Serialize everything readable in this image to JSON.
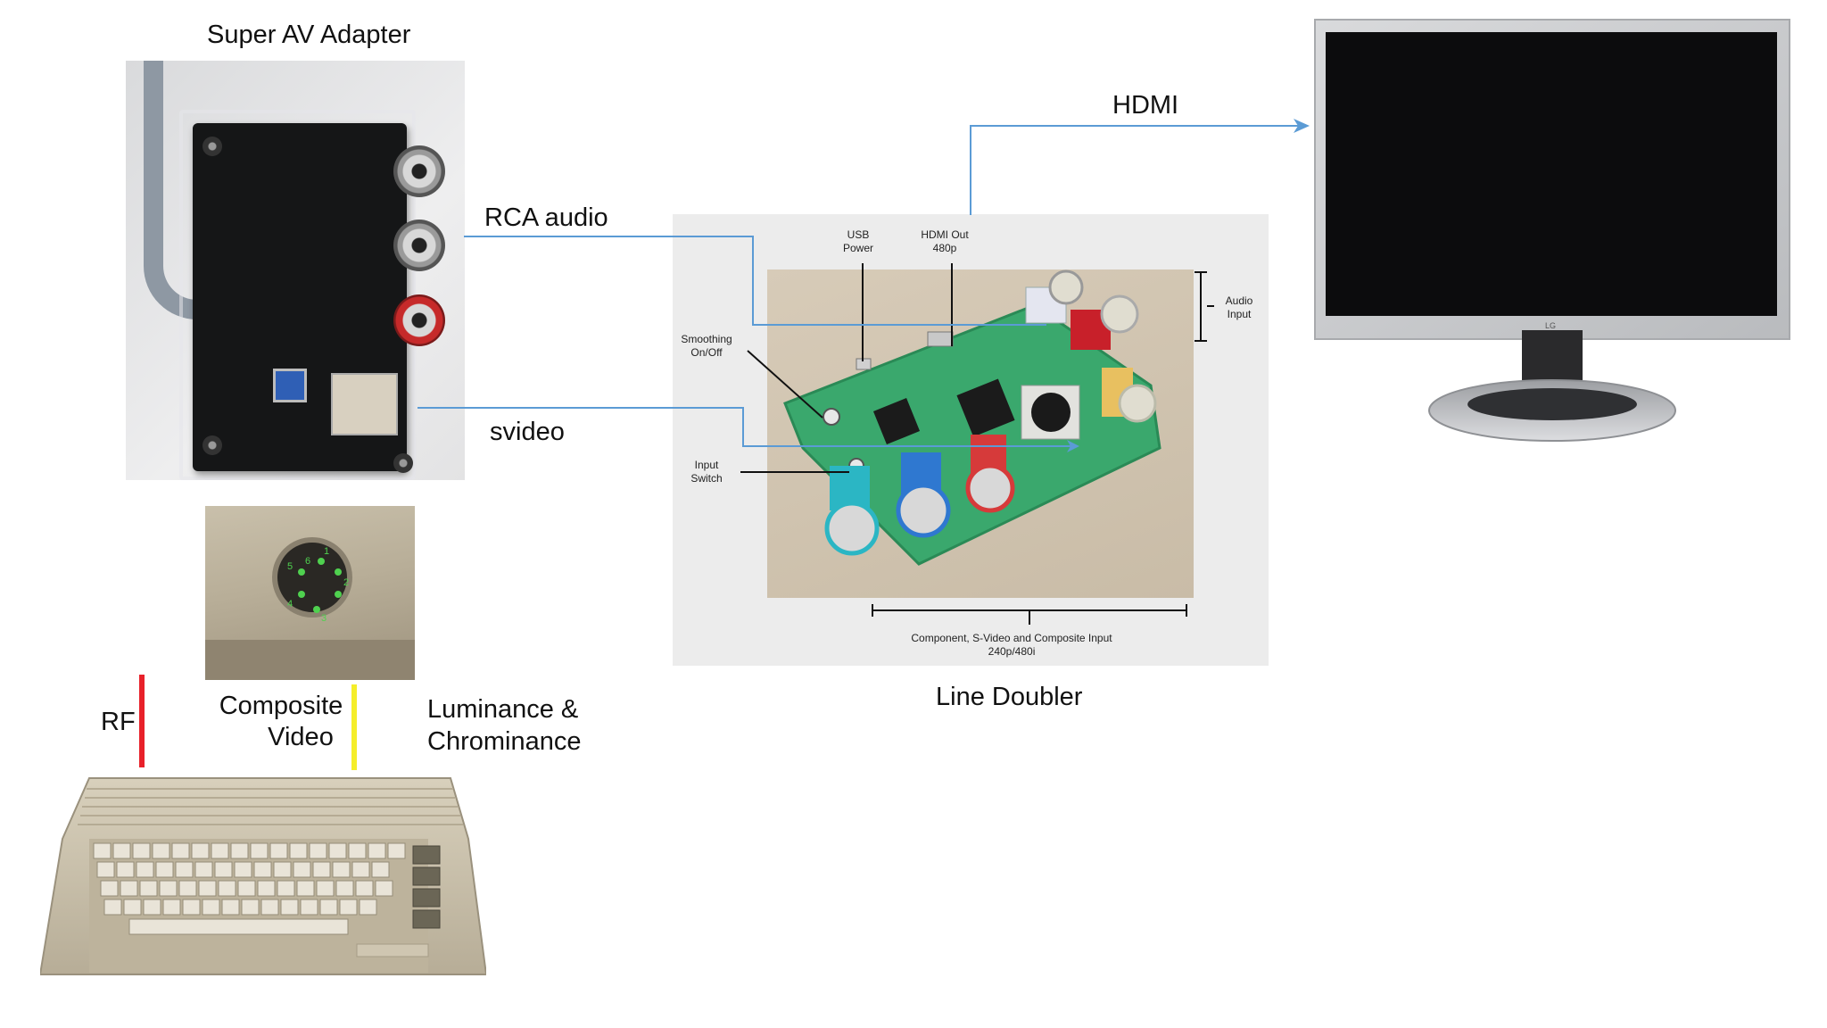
{
  "labels": {
    "adapter": "Super AV Adapter",
    "hdmi": "HDMI",
    "rca_audio": "RCA audio",
    "svideo": "svideo",
    "line_doubler": "Line Doubler",
    "rf": "RF",
    "composite_1": "Composite",
    "composite_2": "Video",
    "luma_1": "Luminance &",
    "luma_2": "Chrominance"
  },
  "board_callouts": {
    "usb_power_1": "USB",
    "usb_power_2": "Power",
    "hdmi_out_1": "HDMI Out",
    "hdmi_out_2": "480p",
    "smoothing_1": "Smoothing",
    "smoothing_2": "On/Off",
    "input_switch_1": "Input",
    "input_switch_2": "Switch",
    "audio_input_1": "Audio",
    "audio_input_2": "Input",
    "component_1": "Component, S-Video and Composite Input",
    "component_2": "240p/480i"
  },
  "din_pins": [
    "1",
    "2",
    "3",
    "4",
    "5",
    "6"
  ],
  "colors": {
    "connector": "#5b9bd5",
    "rf": "#e8212a",
    "composite": "#f5ee2a"
  }
}
